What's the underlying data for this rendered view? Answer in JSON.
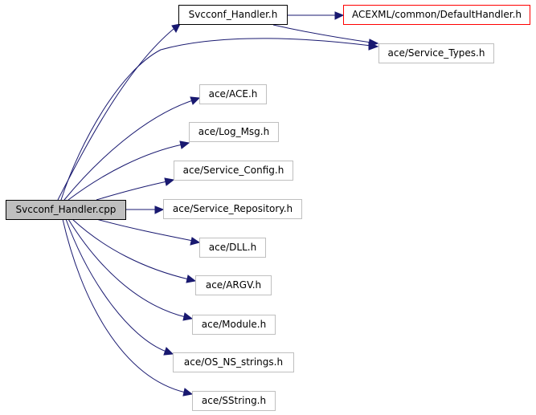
{
  "nodes": {
    "source": "Svcconf_Handler.cpp",
    "svcconf_handler_h": "Svcconf_Handler.h",
    "default_handler": "ACEXML/common/DefaultHandler.h",
    "service_types": "ace/Service_Types.h",
    "ace_h": "ace/ACE.h",
    "log_msg": "ace/Log_Msg.h",
    "service_config": "ace/Service_Config.h",
    "service_repository": "ace/Service_Repository.h",
    "dll": "ace/DLL.h",
    "argv": "ace/ARGV.h",
    "module": "ace/Module.h",
    "os_ns_strings": "ace/OS_NS_strings.h",
    "sstring": "ace/SString.h"
  },
  "colors": {
    "edge": "#191970",
    "root_fill": "#bfbfbf",
    "external_border": "#bfbfbf",
    "documented_border": "#000000",
    "undocumented_border": "#ff0000"
  }
}
